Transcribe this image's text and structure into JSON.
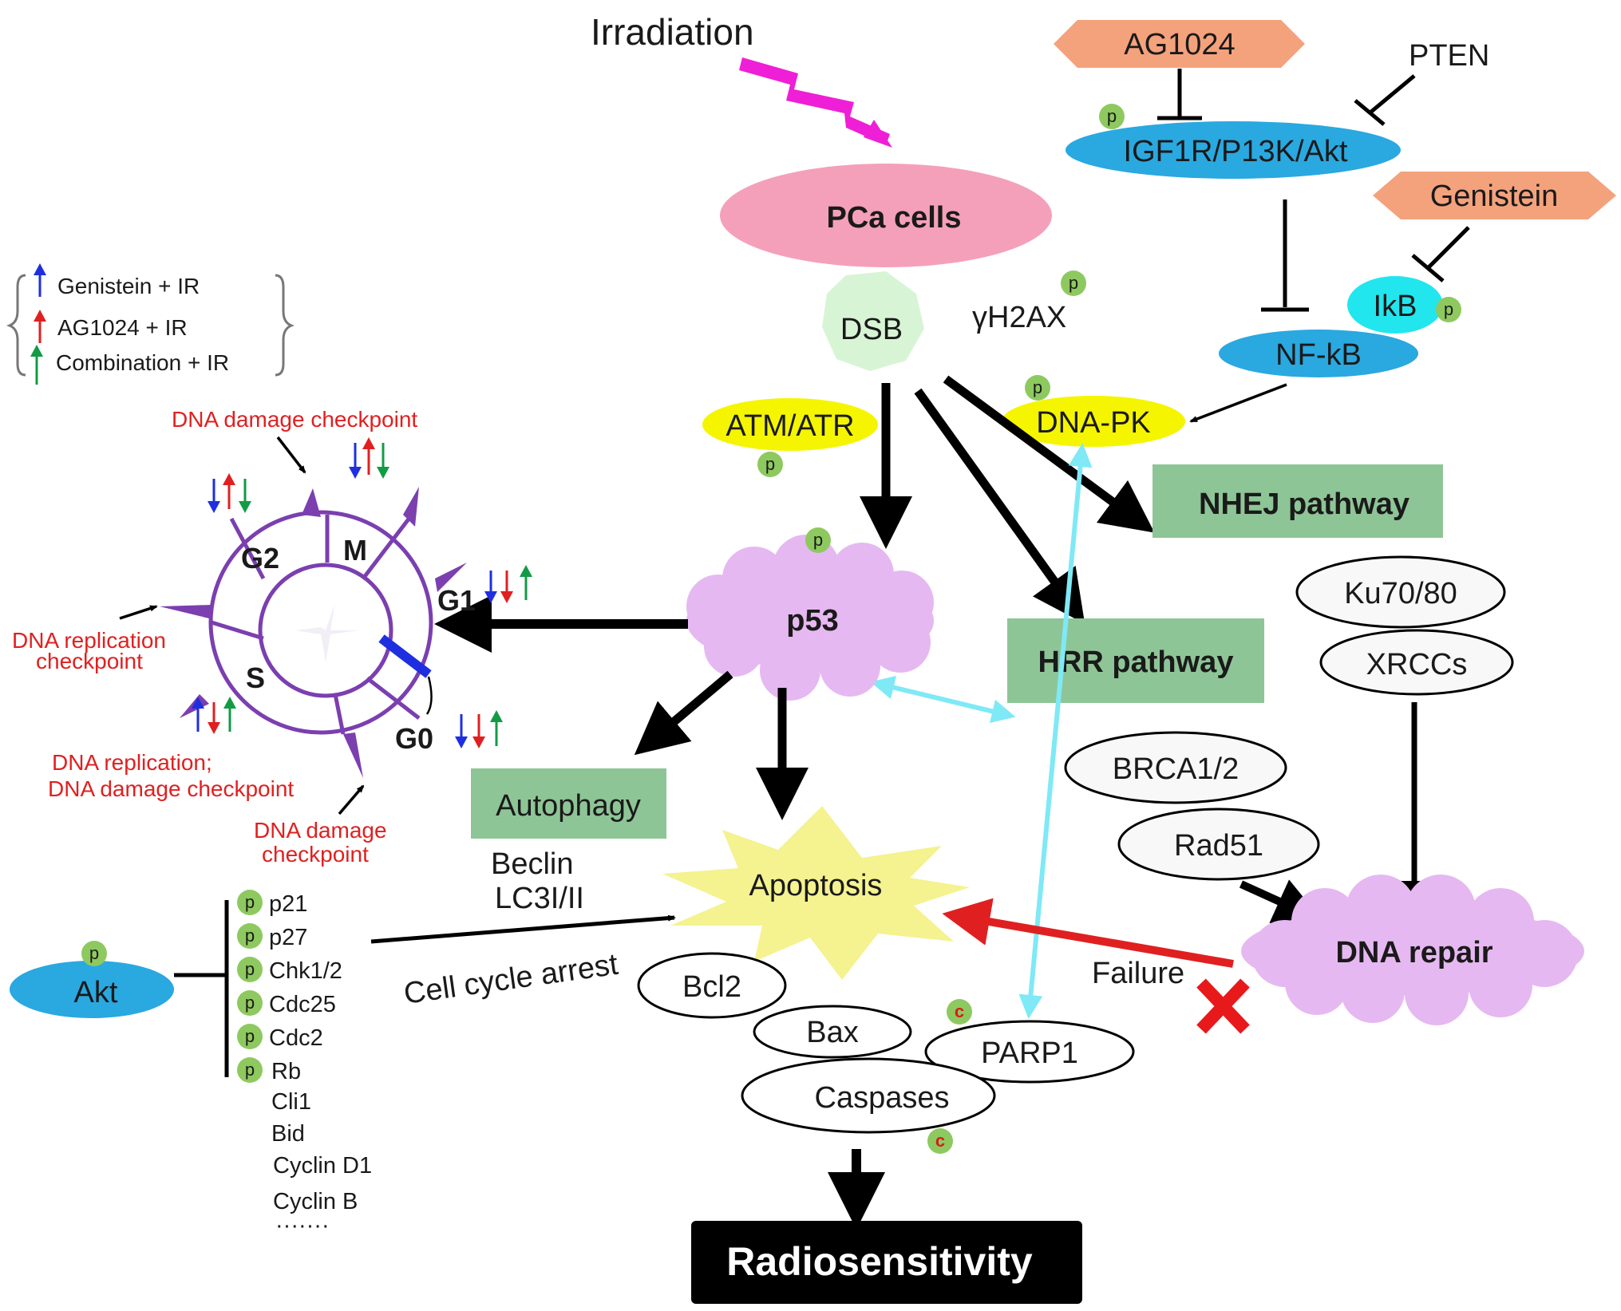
{
  "colors": {
    "node_pink": "#f4a0bb",
    "node_blue": "#2aa8e0",
    "node_cyan": "#22e6ee",
    "node_yellow": "#f5f500",
    "node_green_box": "#8ec596",
    "node_purple_cloud": "#e6b8f1",
    "node_orange": "#f4a27c",
    "p_badge": "#8ec95f",
    "cell_cycle": "#7b3fb0",
    "arrow_blue": "#1f2fe0",
    "arrow_red": "#e02020",
    "arrow_green": "#129b45",
    "cyan_arrow": "#7fe9f6",
    "radiosensitivity_bg": "#000000"
  },
  "labels": {
    "irradiation": "Irradiation",
    "ag1024": "AG1024",
    "pten": "PTEN",
    "igf1r": "IGF1R/P13K/Akt",
    "genistein": "Genistein",
    "pca_cells": "PCa cells",
    "dsb": "DSB",
    "gamma_h2ax": "γH2AX",
    "ikb": "IkB",
    "nfkb": "NF-kB",
    "atm_atr": "ATM/ATR",
    "dna_pk": "DNA-PK",
    "nhej": "NHEJ pathway",
    "ku7080": "Ku70/80",
    "xrccs": "XRCCs",
    "p53": "p53",
    "hrr": "HRR pathway",
    "brca": "BRCA1/2",
    "rad51": "Rad51",
    "dna_repair": "DNA repair",
    "failure": "Failure",
    "apoptosis": "Apoptosis",
    "autophagy": "Autophagy",
    "beclin": "Beclin",
    "lc3": "LC3I/II",
    "bcl2": "Bcl2",
    "bax": "Bax",
    "parp1": "PARP1",
    "caspases": "Caspases",
    "radiosensitivity": "Radiosensitivity",
    "akt": "Akt",
    "cell_cycle_arrest": "Cell cycle arrest",
    "p": "p",
    "c": "c"
  },
  "cell_cycle": {
    "phases": {
      "g1": "G1",
      "g2": "G2",
      "m": "M",
      "s": "S",
      "g0": "G0"
    },
    "checkpoints": {
      "top": "DNA damage checkpoint",
      "left_1": "DNA replication",
      "left_2": "checkpoint",
      "bottom_1": "DNA replication;",
      "bottom_2": "DNA damage checkpoint",
      "bottom2_1": "DNA damage",
      "bottom2_2": "checkpoint"
    }
  },
  "legend": {
    "items": [
      "Genistein + IR",
      "AG1024 + IR",
      "Combination + IR"
    ]
  },
  "akt_targets": [
    "p21",
    "p27",
    "Chk1/2",
    "Cdc25",
    "Cdc2",
    "Rb",
    "Cli1",
    "Bid",
    "Cyclin D1",
    "Cyclin B",
    "·······"
  ]
}
